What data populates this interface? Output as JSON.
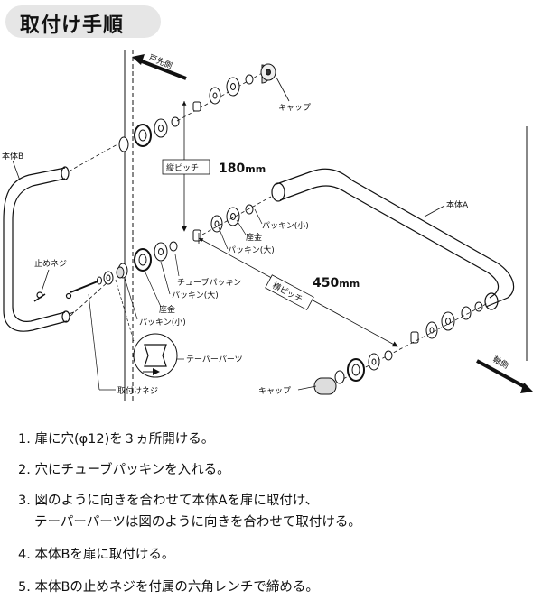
{
  "title": "取付け手順",
  "labels": {
    "door_side": "戸先側",
    "axis_side": "軸側",
    "cap_top": "キャップ",
    "cap_bottom": "キャップ",
    "body_a": "本体A",
    "body_b": "本体B",
    "set_screw": "止めネジ",
    "vertical_pitch": "縦ピッチ",
    "vertical_pitch_value": "180",
    "vertical_pitch_unit": "mm",
    "horizontal_pitch": "横ピッチ",
    "horizontal_pitch_value": "450",
    "horizontal_pitch_unit": "mm",
    "packing_small_a": "パッキン(小)",
    "washer_a": "座金",
    "packing_large_a": "パッキン(大)",
    "tube_packing": "チューブパッキン",
    "packing_large_b": "パッキン(大)",
    "washer_b": "座金",
    "packing_small_b": "パッキン(小)",
    "taper_parts": "テーパーパーツ",
    "mount_screw": "取付けネジ"
  },
  "steps": [
    "1. 扉に穴(φ12)を３ヵ所開ける。",
    "2. 穴にチューブパッキンを入れる。",
    "3. 図のように向きを合わせて本体Aを扉に取付け、",
    "テーパーパーツは図のように向きを合わせて取付ける。",
    "4. 本体Bを扉に取付ける。",
    "5. 本体Bの止めネジを付属の六角レンチで締める。"
  ]
}
